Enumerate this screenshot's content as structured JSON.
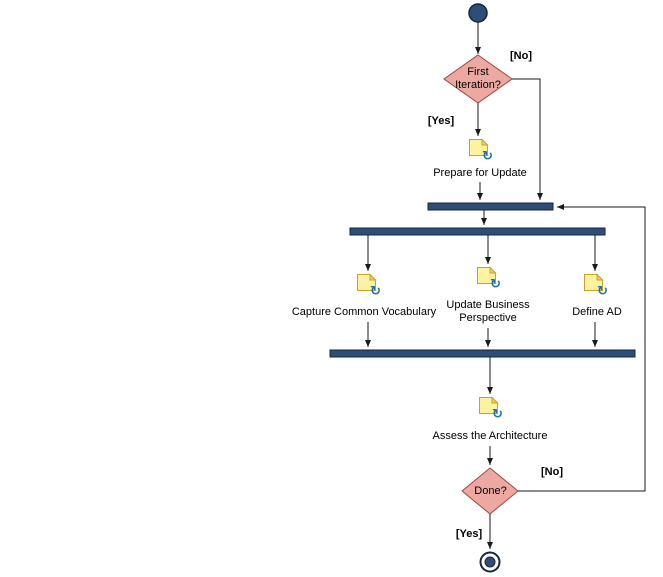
{
  "diagram": {
    "labels": {
      "decision_first": "First Iteration?",
      "guard_no_first": "[No]",
      "guard_yes_first": "[Yes]",
      "activity_prepare": "Prepare for Update",
      "activity_capture": "Capture Common Vocabulary",
      "activity_update_business": "Update Business Perspective",
      "activity_define_ad": "Define AD",
      "activity_assess": "Assess the Architecture",
      "decision_done": "Done?",
      "guard_no_done": "[No]",
      "guard_yes_done": "[Yes]"
    },
    "icons": {
      "refresh_glyph": "↻"
    },
    "colors": {
      "node_fill": "#2E4D77",
      "node_stroke": "#16263E",
      "decision_fill": "#EDA9A1",
      "decision_stroke": "#9C4740",
      "note_fill": "#FCF2A0",
      "note_fold": "#EDD06B",
      "note_stroke": "#C9A227",
      "refresh_blue": "#1D6FB5",
      "connector": "#1A1A1A"
    }
  }
}
